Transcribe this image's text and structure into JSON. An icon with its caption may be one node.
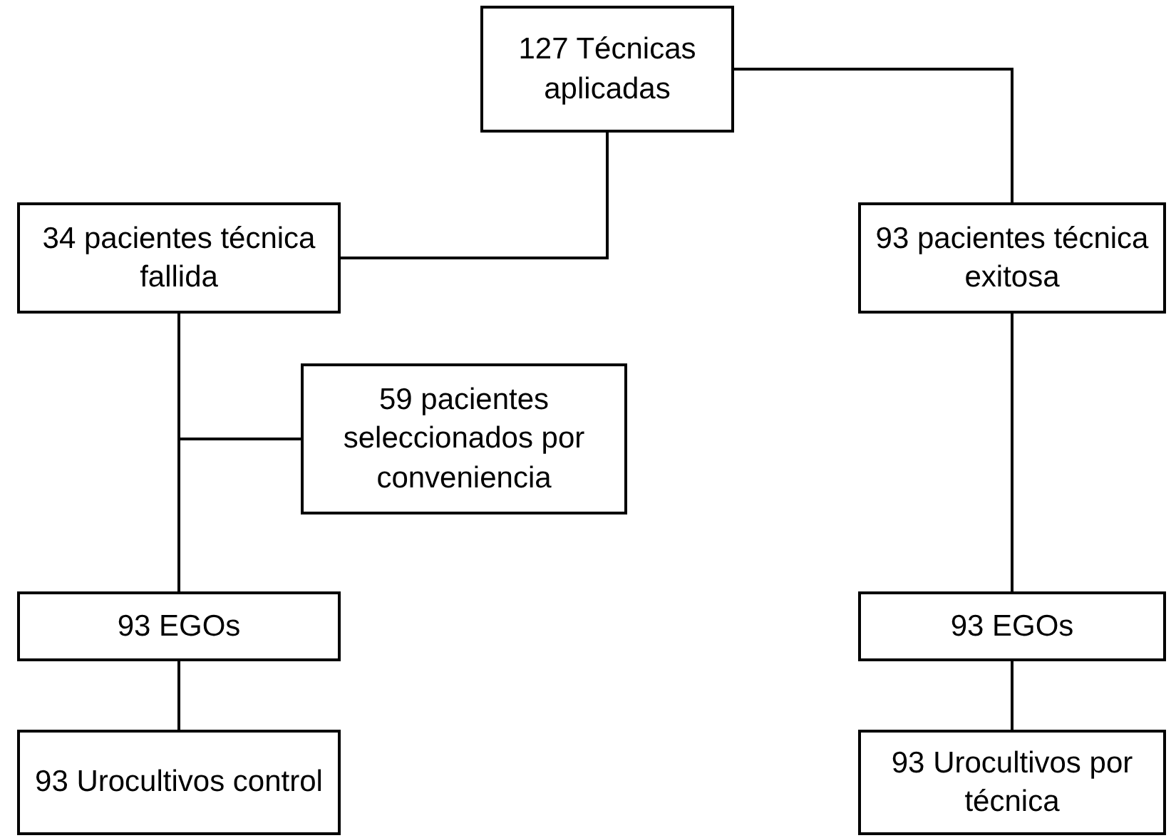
{
  "diagram": {
    "nodes": [
      {
        "text": [
          "127 Técnicas aplicadas"
        ]
      },
      {
        "text": [
          "34 pacientes técnica fallida"
        ]
      },
      {
        "text": [
          "93 pacientes técnica exitosa"
        ]
      },
      {
        "text": [
          "59 pacientes seleccionados por conveniencia"
        ]
      },
      {
        "text": [
          "93 EGOs"
        ]
      },
      {
        "text": [
          "93 EGOs"
        ]
      },
      {
        "text": [
          "93 Urocultivos control"
        ]
      },
      {
        "text": [
          "93 Urocultivos por técnica"
        ]
      }
    ],
    "edges": [
      {
        "from": 0,
        "to": 1,
        "arrow": "none"
      },
      {
        "from": 0,
        "to": 2,
        "arrow": "none"
      },
      {
        "from": 1,
        "to": 4,
        "arrow": "none"
      },
      {
        "from": 3,
        "to": 4,
        "arrow": "none"
      },
      {
        "from": 2,
        "to": 5,
        "arrow": "none"
      },
      {
        "from": 4,
        "to": 6,
        "arrow": "none"
      },
      {
        "from": 5,
        "to": 7,
        "arrow": "none"
      }
    ]
  }
}
